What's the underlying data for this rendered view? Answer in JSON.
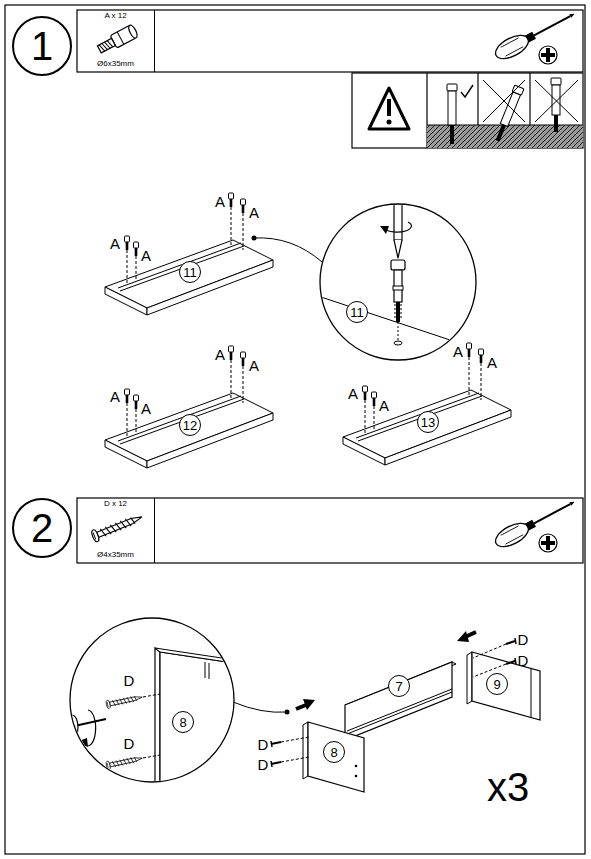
{
  "diagram": {
    "nodes": [
      {
        "text": [
          "1"
        ]
      },
      {
        "text": [
          "A x 12",
          "Ø6x35mm"
        ]
      },
      {
        "text": [
          "11"
        ]
      },
      {
        "text": [
          "11"
        ]
      },
      {
        "text": [
          "12"
        ]
      },
      {
        "text": [
          "13"
        ]
      },
      {
        "text": [
          "2"
        ]
      },
      {
        "text": [
          "D x 12",
          "Ø4x35mm"
        ]
      },
      {
        "text": [
          "8"
        ]
      },
      {
        "text": [
          "7"
        ]
      },
      {
        "text": [
          "9"
        ]
      },
      {
        "text": [
          "8"
        ]
      }
    ],
    "labels": [
      "A",
      "A",
      "A",
      "A",
      "A",
      "A",
      "A",
      "A",
      "A",
      "A",
      "A",
      "A",
      "D",
      "D",
      "D",
      "D",
      "D",
      "D",
      "x3"
    ]
  }
}
